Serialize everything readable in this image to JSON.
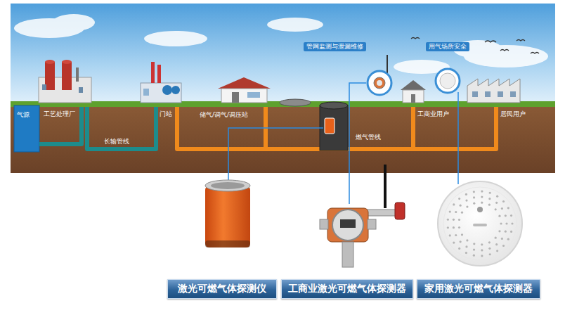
{
  "diagram": {
    "nodes": [
      {
        "text": [
          "激光可燃气体探测仪"
        ]
      },
      {
        "text": [
          "工商业激光可燃气体探测器"
        ]
      },
      {
        "text": [
          "家用激光可燃气体探测器"
        ]
      }
    ],
    "labels": [
      "气源",
      "工艺处理厂",
      "长输管线",
      "门站",
      "储气/调气/调压站",
      "燃气管线",
      "管网监测与泄漏维修",
      "用气场所安全",
      "工商业用户",
      "居民用户"
    ]
  }
}
